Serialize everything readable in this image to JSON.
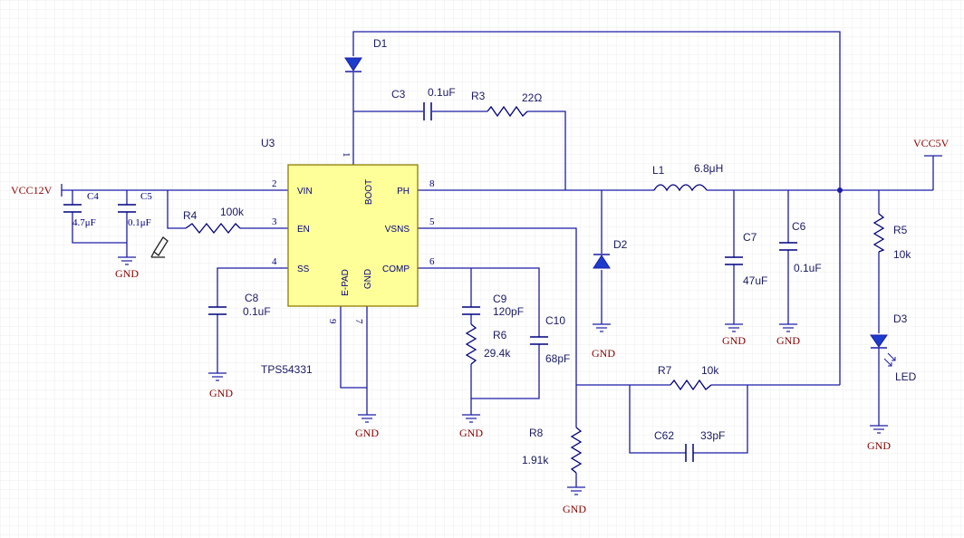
{
  "colors": {
    "wire": "#1c1ca8",
    "component": "#000080",
    "chip_fill": "#ffff99",
    "chip_stroke": "#8b7d00",
    "diode_fill": "#1c3ccc",
    "ground_label": "#8b0000",
    "grid": "#eeeeee"
  },
  "chip": {
    "designator": "U3",
    "part": "TPS54331",
    "pins": {
      "vin": {
        "num": "2",
        "name": "VIN"
      },
      "en": {
        "num": "3",
        "name": "EN"
      },
      "ss": {
        "num": "4",
        "name": "SS"
      },
      "boot": {
        "num": "1",
        "name": "BOOT"
      },
      "ph": {
        "num": "8",
        "name": "PH"
      },
      "vsns": {
        "num": "5",
        "name": "VSNS"
      },
      "comp": {
        "num": "6",
        "name": "COMP"
      },
      "epad": {
        "num": "9",
        "name": "E-PAD"
      },
      "gnd": {
        "num": "7",
        "name": "GND"
      }
    }
  },
  "power": {
    "vin": "VCC12V",
    "vout": "VCC5V"
  },
  "ground_label": "GND",
  "components": {
    "d1": {
      "ref": "D1"
    },
    "c3": {
      "ref": "C3",
      "value": "0.1uF"
    },
    "r3": {
      "ref": "R3",
      "value": "22Ω"
    },
    "c4": {
      "ref": "C4",
      "value": "4.7μF"
    },
    "c5": {
      "ref": "C5",
      "value": "0.1μF"
    },
    "r4": {
      "ref": "R4",
      "value": "100k"
    },
    "c8": {
      "ref": "C8",
      "value": "0.1uF"
    },
    "l1": {
      "ref": "L1",
      "value": "6.8μH"
    },
    "d2": {
      "ref": "D2"
    },
    "c7": {
      "ref": "C7",
      "value": "47uF"
    },
    "c6": {
      "ref": "C6",
      "value": "0.1uF"
    },
    "r5": {
      "ref": "R5",
      "value": "10k"
    },
    "d3": {
      "ref": "D3",
      "value": "LED"
    },
    "c9": {
      "ref": "C9",
      "value": "120pF"
    },
    "r6": {
      "ref": "R6",
      "value": "29.4k"
    },
    "c10": {
      "ref": "C10",
      "value": "68pF"
    },
    "r7": {
      "ref": "R7",
      "value": "10k"
    },
    "c62": {
      "ref": "C62",
      "value": "33pF"
    },
    "r8": {
      "ref": "R8",
      "value": "1.91k"
    }
  }
}
